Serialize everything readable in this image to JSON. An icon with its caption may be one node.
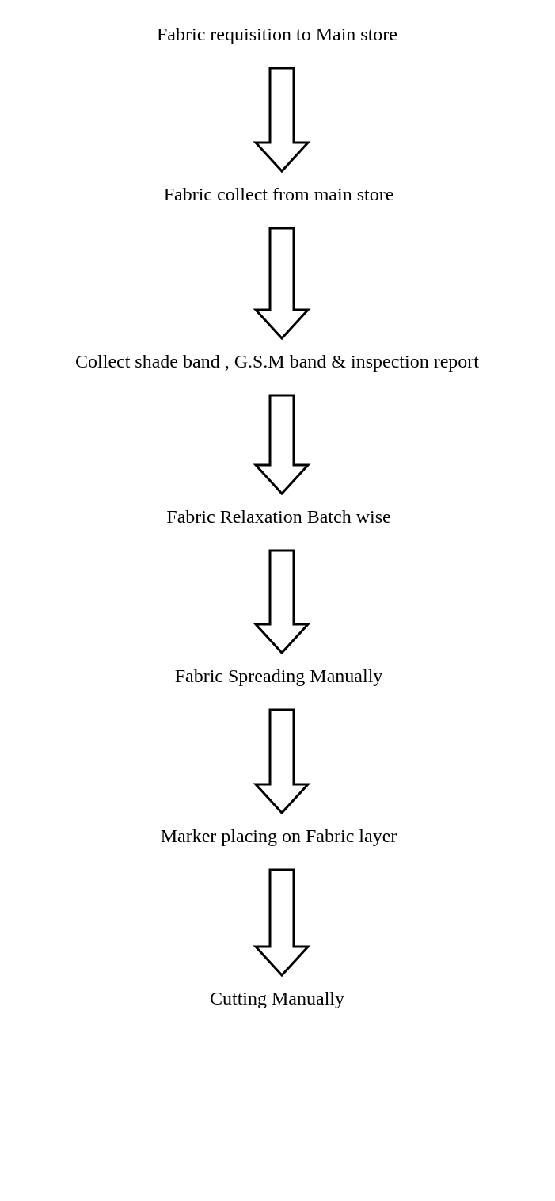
{
  "diagram": {
    "nodes": [
      {
        "text": [
          "Fabric requisition to Main store"
        ]
      },
      {
        "text": [
          "Fabric collect from main store"
        ]
      },
      {
        "text": [
          "Collect shade band , G.S.M band & inspection report"
        ]
      },
      {
        "text": [
          "Fabric Relaxation Batch wise"
        ]
      },
      {
        "text": [
          "Fabric Spreading Manually"
        ]
      },
      {
        "text": [
          "Marker placing on Fabric layer"
        ]
      },
      {
        "text": [
          "Cutting Manually"
        ]
      }
    ],
    "edges": [
      {
        "from": 0,
        "to": 1,
        "arrow": "to"
      },
      {
        "from": 1,
        "to": 2,
        "arrow": "to"
      },
      {
        "from": 2,
        "to": 3,
        "arrow": "to"
      },
      {
        "from": 3,
        "to": 4,
        "arrow": "to"
      },
      {
        "from": 4,
        "to": 5,
        "arrow": "to"
      },
      {
        "from": 5,
        "to": 6,
        "arrow": "to"
      }
    ]
  }
}
